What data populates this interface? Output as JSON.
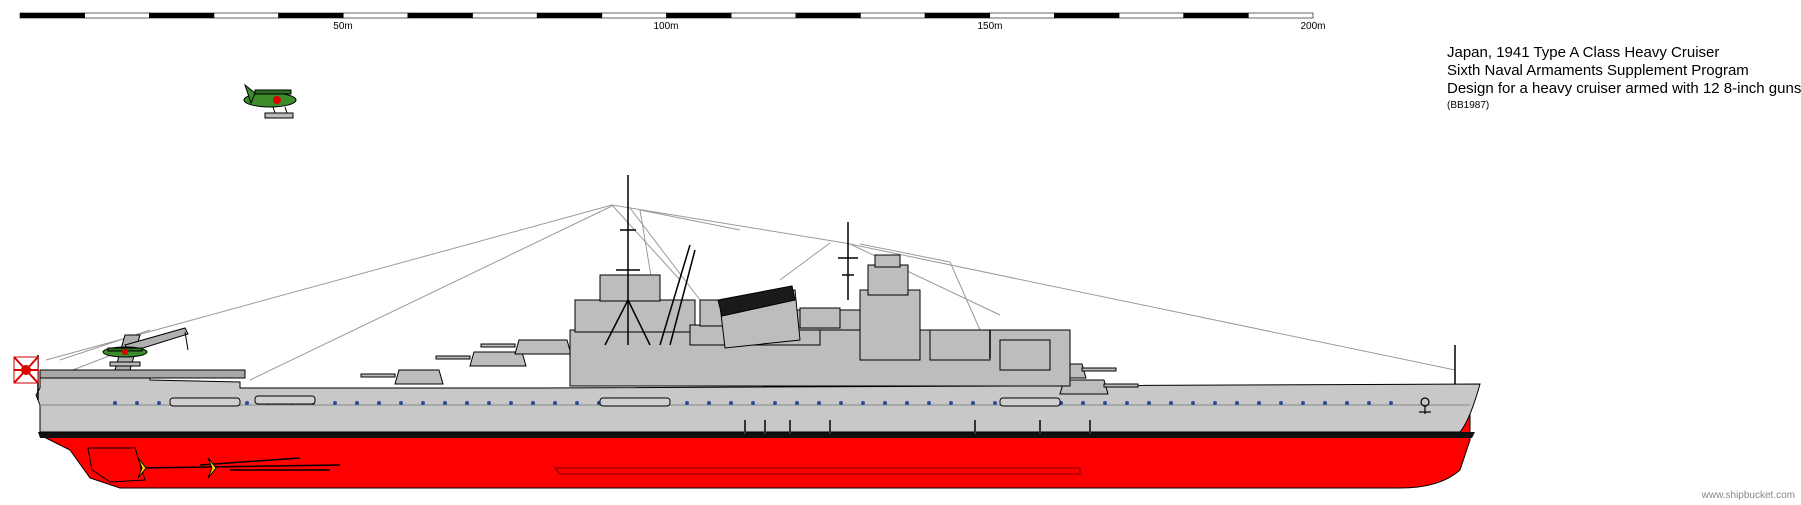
{
  "scale": {
    "labels": [
      "50m",
      "100m",
      "150m",
      "200m"
    ]
  },
  "info": {
    "line1": "Japan, 1941 Type A Class Heavy Cruiser",
    "line2": "Sixth Naval Armaments Supplement Program",
    "line3": "Design for a heavy cruiser armed with 12 8-inch guns",
    "ref": "(BB1987)"
  },
  "watermark": "www.shipbucket.com",
  "colors": {
    "hull_gray": "#c8c8c8",
    "superstructure_gray": "#bdbdbd",
    "antifouling_red": "#ff0000",
    "boot_topping": "#000000",
    "funnel_cap": "#1a1a1a",
    "porthole": "#2a4a9a",
    "aircraft_green": "#3c8c2c"
  },
  "icons": [
    "rising-sun-flag-icon",
    "floatplane-icon",
    "propeller-icon",
    "anchor-icon"
  ]
}
